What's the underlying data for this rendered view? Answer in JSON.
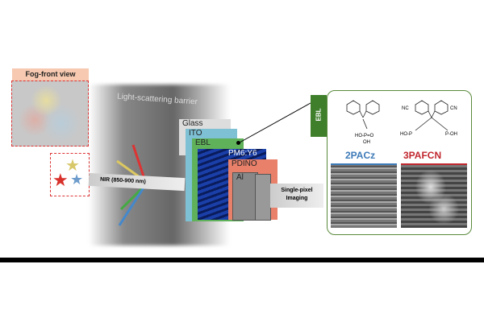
{
  "fog_label": "Fog-front view",
  "barrier_label": "Light-scattering barrier",
  "nir_label": "NIR (850-900 nm)",
  "layers": [
    "Glass",
    "ITO",
    "EBL",
    "PM6:Y6",
    "PDINO",
    "Al"
  ],
  "imaging_label": [
    "Single-pixel",
    "Imaging"
  ],
  "ebl_tag": "EBL",
  "molecules": [
    {
      "name": "2PACz",
      "color": "#3d7ab8"
    },
    {
      "name": "3PAFCN",
      "color": "#c0262d"
    }
  ],
  "chem": {
    "m1_acid": "HO-P=O",
    "m1_oh": "OH",
    "m2_nc": "NC",
    "m2_cn": "CN",
    "m2_left": "HO-P",
    "m2_right": "P-OH"
  }
}
